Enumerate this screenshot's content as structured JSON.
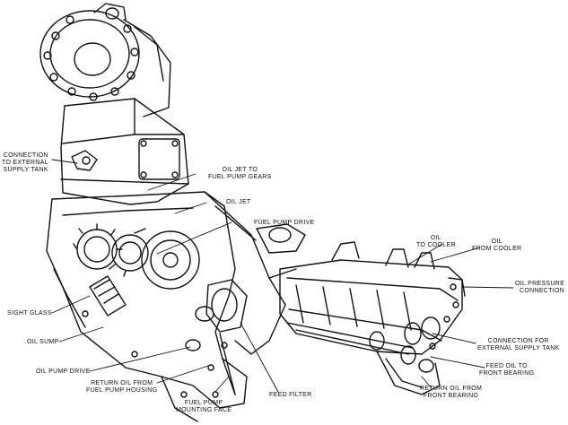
{
  "labels": {
    "connection_external_tank_left": [
      "CONNECTION",
      "TO EXTERNAL",
      "SUPPLY TANK"
    ],
    "oil_jet_fuel_pump_gears": [
      "OIL JET TO",
      "FUEL PUMP GEARS"
    ],
    "oil_jet": "OIL JET",
    "fuel_pump_drive": "FUEL PUMP DRIVE",
    "oil_to_cooler": [
      "OIL",
      "TO COOLER"
    ],
    "oil_from_cooler": [
      "OIL",
      "FROM COOLER"
    ],
    "oil_pressure_connection": [
      "OIL PRESSURE",
      "CONNECTION"
    ],
    "sight_glass": "SIGHT GLASS",
    "oil_sump": "OIL SUMP",
    "oil_pump_drive": "OIL PUMP DRIVE",
    "return_oil_fuel_pump_housing": [
      "RETURN OIL FROM",
      "FUEL PUMP HOUSING"
    ],
    "fuel_pump_mounting_face": [
      "FUEL PUMP",
      "MOUNTING FACE"
    ],
    "feed_filter": "FEED FILTER",
    "connection_external_tank_right": [
      "CONNECTION FOR",
      "EXTERNAL SUPPLY TANK"
    ],
    "feed_oil_front_bearing": [
      "FEED OIL TO",
      "FRONT BEARING"
    ],
    "return_oil_front_bearing": [
      "RETURN OIL FROM",
      "FRONT BEARING"
    ]
  },
  "colors": {
    "ink": "#111111",
    "paper": "#ffffff"
  }
}
